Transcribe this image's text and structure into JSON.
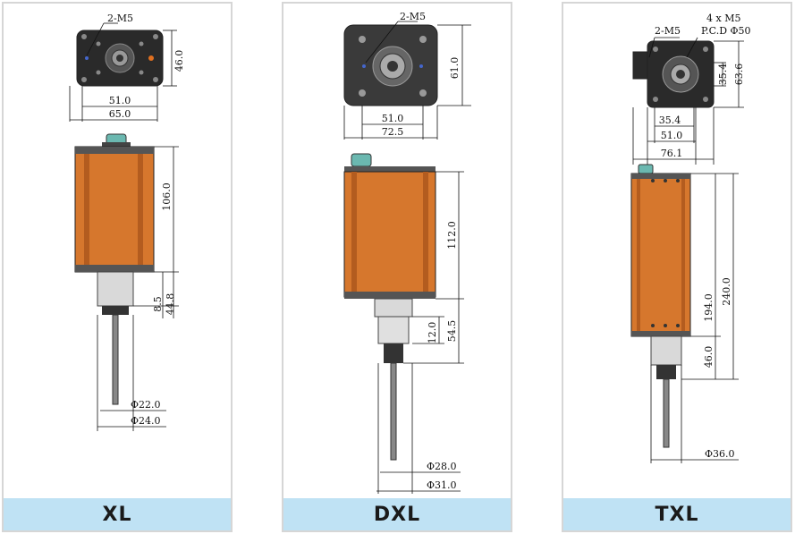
{
  "models": [
    {
      "name": "XL",
      "dims": {
        "hole": "2-M5",
        "height": "46.0",
        "inner": "51.0",
        "outer": "65.0",
        "body": "106.0",
        "gap": "8.5",
        "lower": "44.8",
        "d1": "Φ22.0",
        "d2": "Φ24.0"
      }
    },
    {
      "name": "DXL",
      "dims": {
        "hole": "2-M5",
        "height": "61.0",
        "inner": "51.0",
        "outer": "72.5",
        "body": "112.0",
        "gap": "12.0",
        "lower": "54.5",
        "d1": "Φ28.0",
        "d2": "Φ31.0"
      }
    },
    {
      "name": "TXL",
      "dims": {
        "hole": "2-M5",
        "hole2a": "4 x  M5",
        "hole2b": "P.C.D Φ50",
        "h_inner": "35.4",
        "height": "63.6",
        "w_inner": "35.4",
        "inner": "51.0",
        "outer": "76.1",
        "body": "194.0",
        "total": "240.0",
        "lower": "46.0",
        "d1": "Φ36.0"
      }
    }
  ],
  "colors": {
    "body_orange": "#d6772d",
    "body_dark": "#b35c1f",
    "label_bg": "#bfe2f4",
    "connector": "#6bb8b0",
    "steel": "#c9c9c9"
  }
}
